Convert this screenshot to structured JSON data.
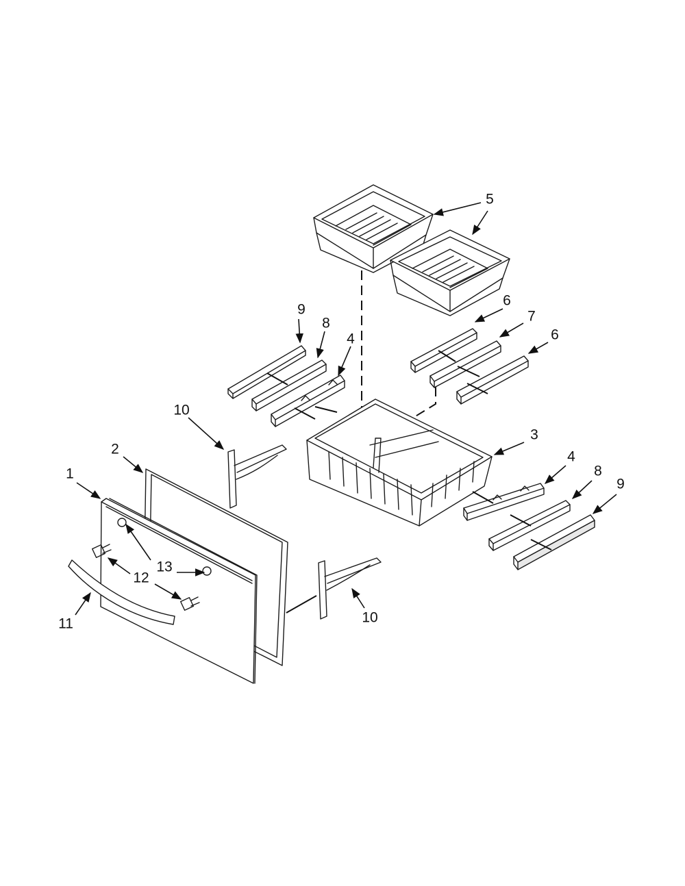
{
  "callouts": {
    "c1": "1",
    "c2": "2",
    "c3": "3",
    "c4a": "4",
    "c4b": "4",
    "c5": "5",
    "c6a": "6",
    "c6b": "6",
    "c7": "7",
    "c8a": "8",
    "c8b": "8",
    "c9a": "9",
    "c9b": "9",
    "c10a": "10",
    "c10b": "10",
    "c11": "11",
    "c12": "12",
    "c13": "13"
  },
  "colors": {
    "line": "#1a1a1a",
    "background": "#ffffff"
  }
}
